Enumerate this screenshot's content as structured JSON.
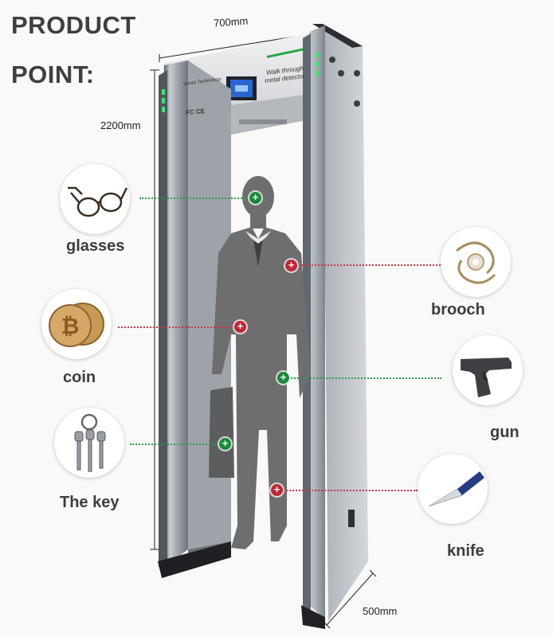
{
  "heading": {
    "line1": "PRODUCT",
    "line2": "POINT:"
  },
  "dimensions": {
    "width": "700mm",
    "height": "2200mm",
    "depth": "500mm"
  },
  "panel": {
    "brand": "Smart Technology",
    "title_line1": "Walk through",
    "title_line2": "metal detector",
    "certs": "FC CE"
  },
  "items": [
    {
      "label": "glasses",
      "icon": "glasses-icon",
      "status": "pass"
    },
    {
      "label": "coin",
      "icon": "coin-icon",
      "status": "alarm"
    },
    {
      "label": "The key",
      "icon": "key-icon",
      "status": "pass"
    },
    {
      "label": "brooch",
      "icon": "brooch-icon",
      "status": "alarm"
    },
    {
      "label": "gun",
      "icon": "gun-icon",
      "status": "pass"
    },
    {
      "label": "knife",
      "icon": "knife-icon",
      "status": "alarm"
    }
  ],
  "markers": [
    {
      "symbol": "+",
      "status": "pass"
    },
    {
      "symbol": "+",
      "status": "alarm"
    },
    {
      "symbol": "+",
      "status": "alarm"
    },
    {
      "symbol": "+",
      "status": "pass"
    },
    {
      "symbol": "+",
      "status": "pass"
    },
    {
      "symbol": "+",
      "status": "alarm"
    }
  ],
  "colors": {
    "pass": "#1a8a3b",
    "alarm": "#c22634",
    "frame": "#8a9098",
    "display": "#1e4fb0"
  }
}
